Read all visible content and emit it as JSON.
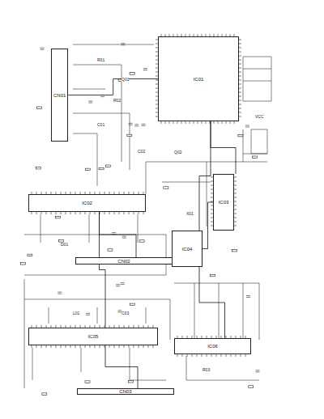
{
  "diagram": {
    "nodes": [
      {
        "text": [
          "IC01"
        ]
      },
      {
        "text": [
          "CN01"
        ]
      },
      {
        "text": [
          "IC02"
        ]
      },
      {
        "text": [
          "IC03"
        ]
      },
      {
        "text": [
          "IC04"
        ]
      },
      {
        "text": [
          "CN02"
        ]
      },
      {
        "text": [
          "IC05"
        ]
      },
      {
        "text": [
          "IC06"
        ]
      },
      {
        "text": [
          "CN03"
        ]
      }
    ],
    "edges": [
      {
        "from": 1,
        "to": 0,
        "arrow": "none"
      },
      {
        "from": 0,
        "to": 3,
        "arrow": "none"
      },
      {
        "from": 0,
        "to": 4,
        "arrow": "none"
      },
      {
        "from": 4,
        "to": 3,
        "arrow": "none"
      },
      {
        "from": 2,
        "to": 5,
        "arrow": "none"
      },
      {
        "from": 6,
        "to": 8,
        "arrow": "none"
      },
      {
        "from": 4,
        "to": 7,
        "arrow": "none"
      },
      {
        "from": 2,
        "to": 6,
        "arrow": "none"
      }
    ],
    "labels": [
      "R01",
      "R02",
      "C01",
      "C02",
      "Q01",
      "Q02",
      "D01",
      "X01",
      "L01",
      "C03",
      "R03",
      "VCC"
    ]
  }
}
